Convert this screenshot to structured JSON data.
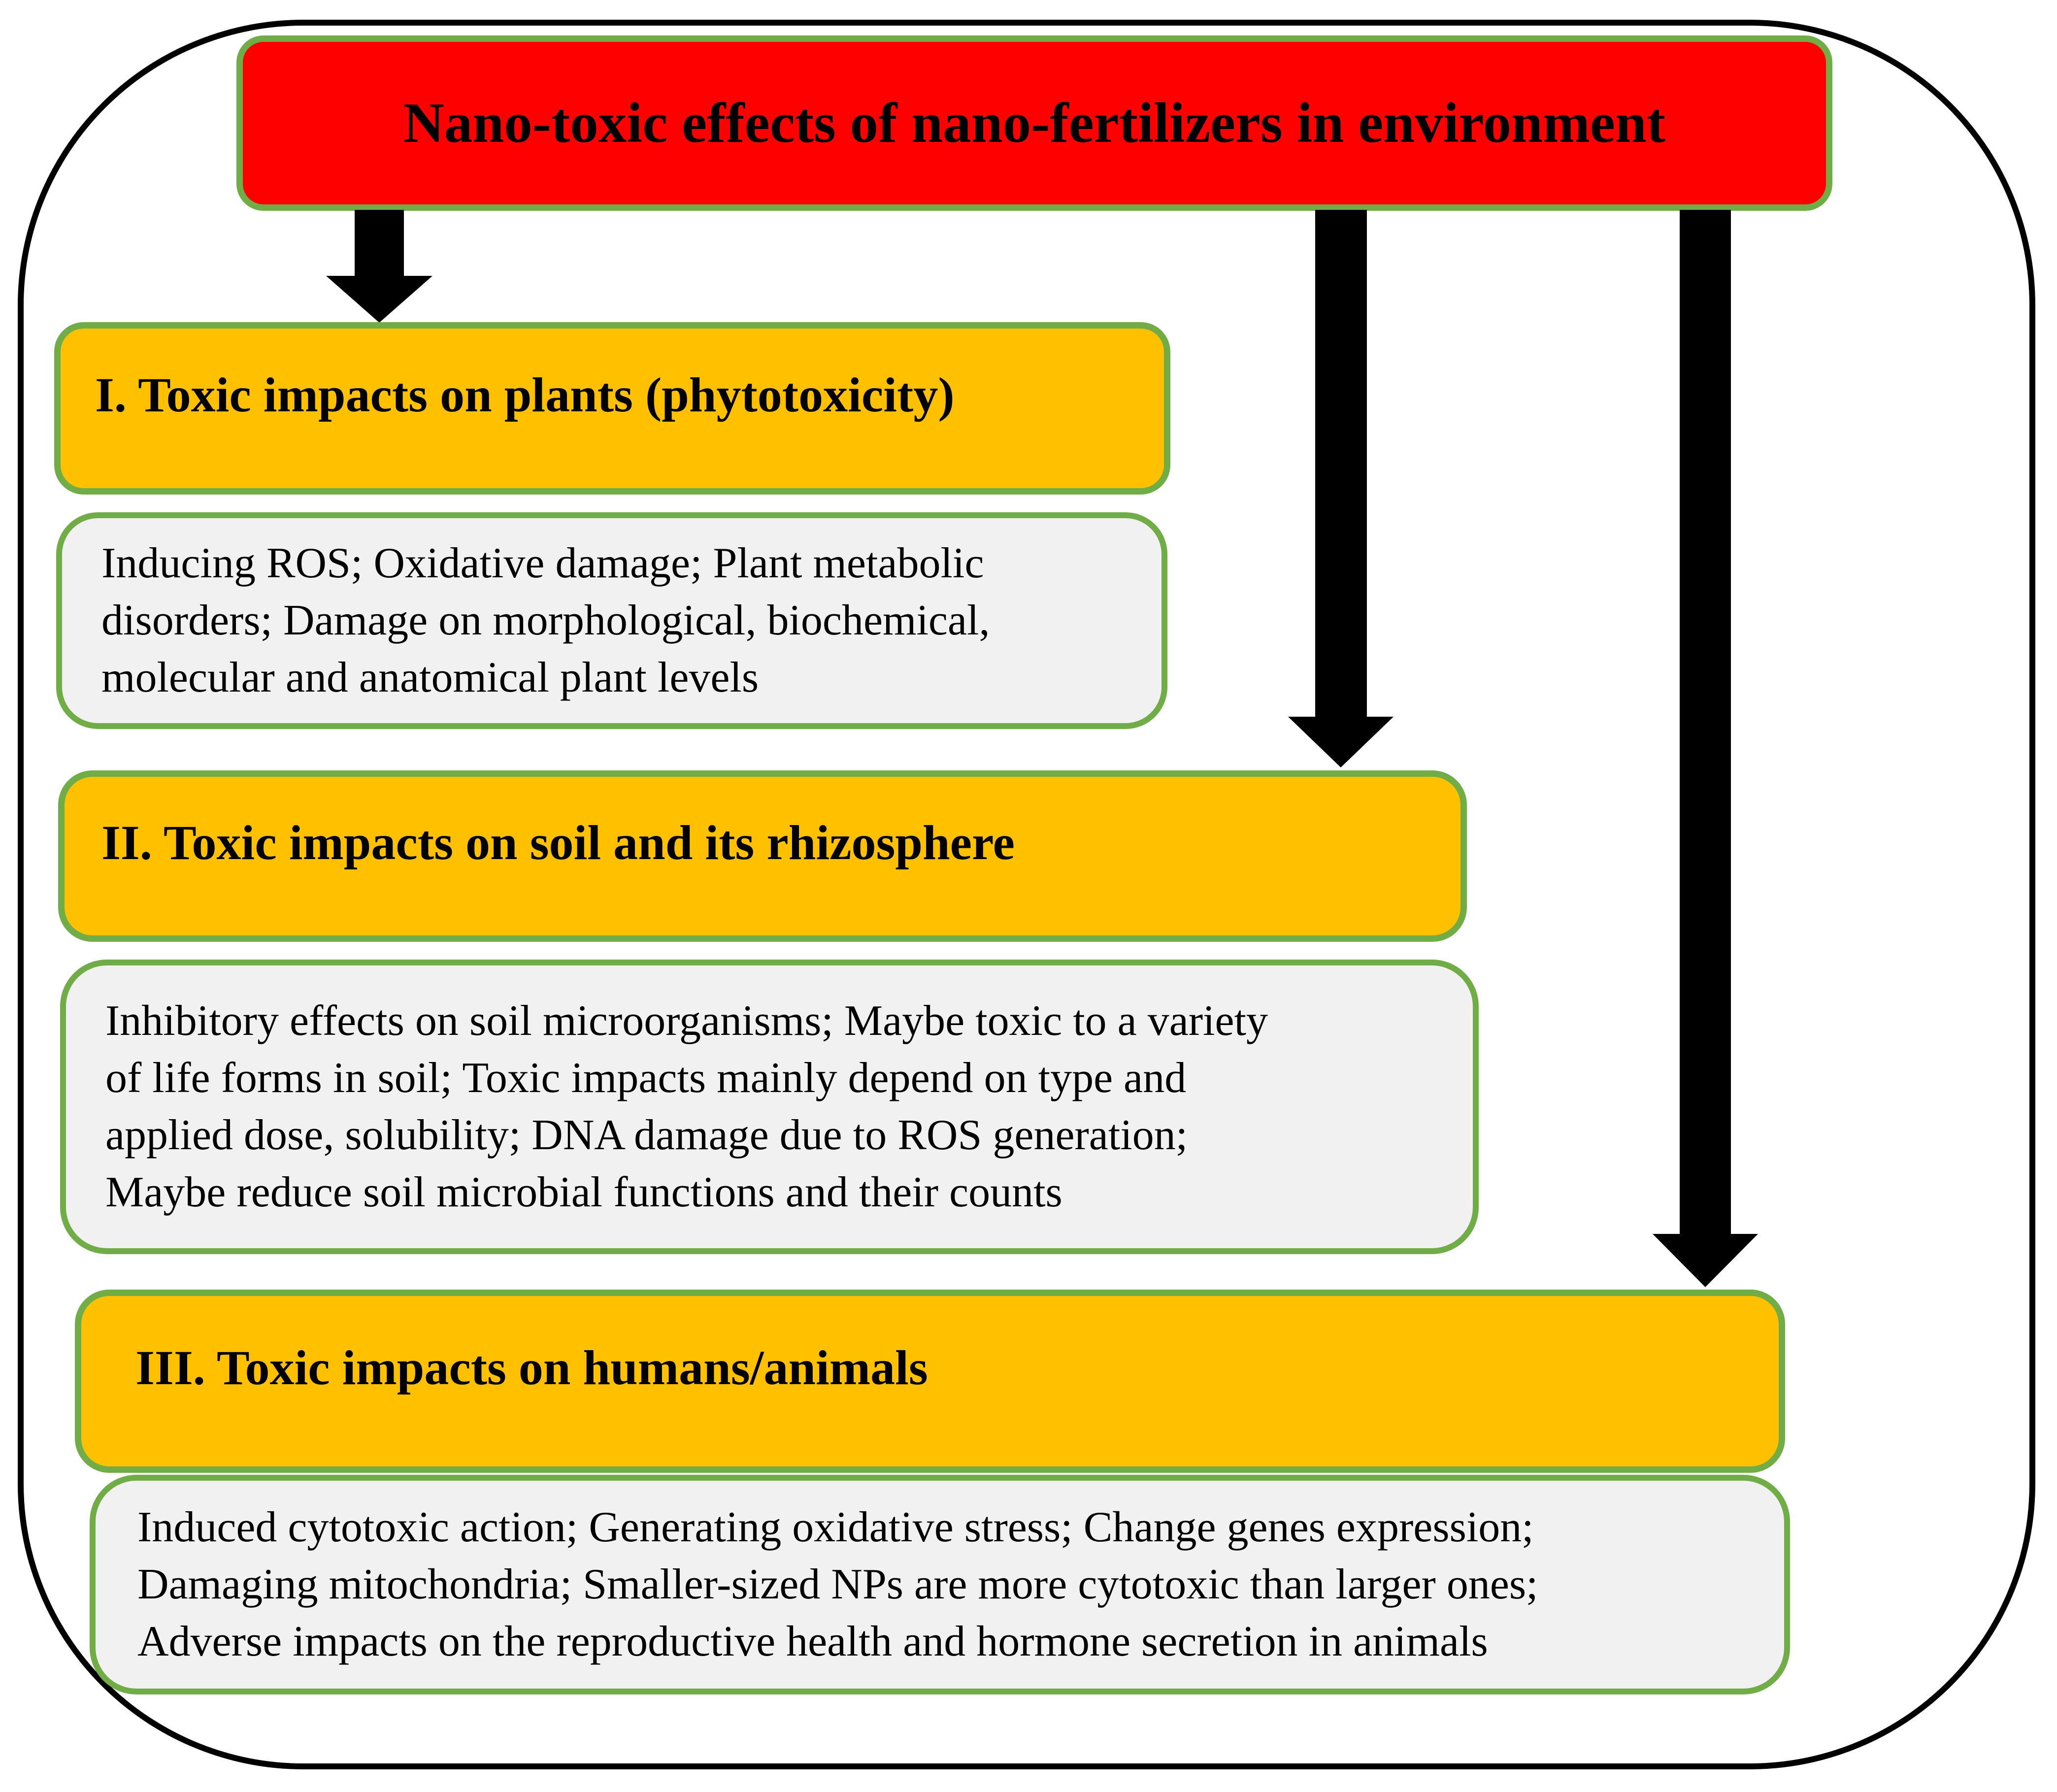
{
  "diagram": {
    "title": "Nano-toxic effects of nano-fertilizers in environment",
    "sections": [
      {
        "heading": "I. Toxic impacts on plants (phytotoxicity)",
        "lines": [
          "Inducing ROS; Oxidative damage; Plant metabolic",
          "disorders; Damage on morphological, biochemical,",
          "molecular and anatomical plant levels"
        ]
      },
      {
        "heading": "II. Toxic impacts on soil and its rhizosphere",
        "lines": [
          "Inhibitory effects on soil microorganisms; Maybe toxic to a variety",
          "of life forms in soil; Toxic impacts mainly depend on type and",
          "applied dose, solubility; DNA damage due to ROS generation;",
          "Maybe reduce soil microbial functions and their counts"
        ]
      },
      {
        "heading": "III. Toxic impacts on humans/animals",
        "lines": [
          "Induced cytotoxic action; Generating oxidative stress; Change genes expression;",
          "Damaging mitochondria; Smaller-sized NPs are more cytotoxic than larger ones;",
          "Adverse impacts on the reproductive health and hormone secretion in animals"
        ]
      }
    ],
    "colors": {
      "title_bg": "#FF0000",
      "heading_bg": "#FFC000",
      "detail_bg": "#F1F1F1",
      "box_border": "#70AD47",
      "arrow": "#000000",
      "frame_border": "#000000"
    }
  }
}
